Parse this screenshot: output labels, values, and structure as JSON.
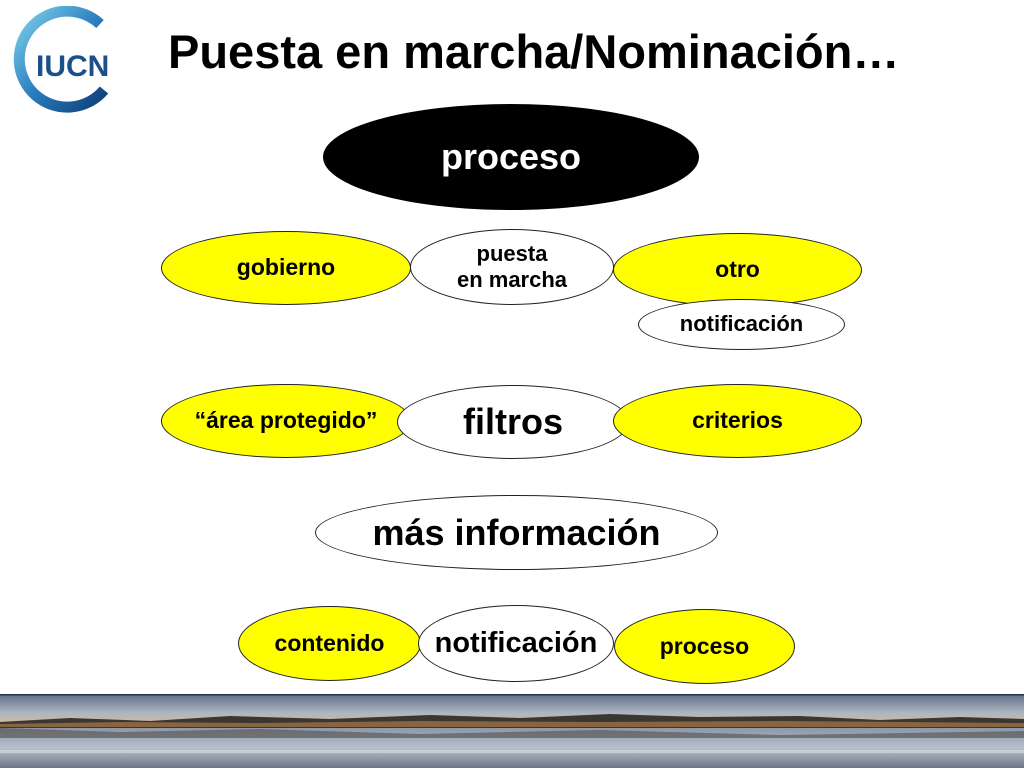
{
  "title": "Puesta en marcha/Nominación…",
  "logo": {
    "text": "IUCN"
  },
  "nodes": {
    "proceso_main": "proceso",
    "gobierno": "gobierno",
    "puesta_line1": "puesta",
    "puesta_line2": "en marcha",
    "otro": "otro",
    "notificacion_small": "notificación",
    "area_protegido": "“área protegido”",
    "filtros": "filtros",
    "criterios": "criterios",
    "mas_informacion": "más información",
    "contenido": "contenido",
    "notificacion_bottom": "notificación",
    "proceso_bottom": "proceso"
  },
  "colors": {
    "yellow": "#ffff00",
    "black": "#000000",
    "logo_blue": "#1a5aa0",
    "logo_cyan": "#4ab8d8"
  }
}
